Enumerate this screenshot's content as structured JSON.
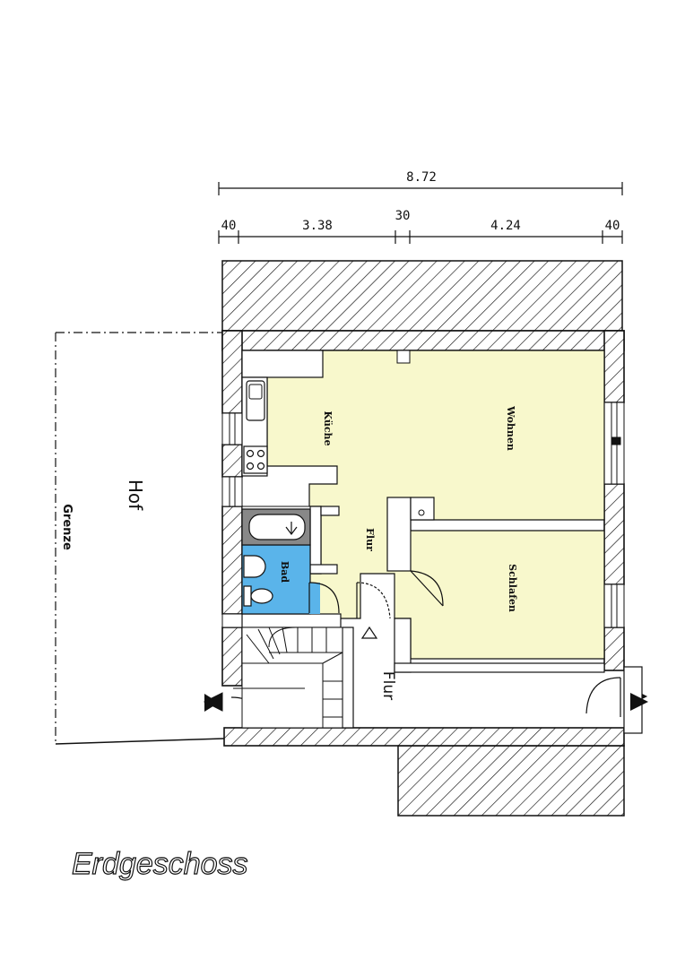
{
  "dimensions": {
    "total": "8.72",
    "segments": [
      "40",
      "3.38",
      "30",
      "4.24",
      "40"
    ]
  },
  "rooms": {
    "kueche": "Küche",
    "wohnen": "Wohnen",
    "schlafen": "Schlafen",
    "bad": "Bad",
    "flur": "Flur",
    "flur_lower": "Flur"
  },
  "outside": {
    "hof": "Hof",
    "grenze": "Grenze"
  },
  "title": "Erdgeschoss",
  "colors": {
    "room_fill": "#f8f8cc",
    "bath_fill": "#5ab4ea",
    "wall": "#111111"
  }
}
